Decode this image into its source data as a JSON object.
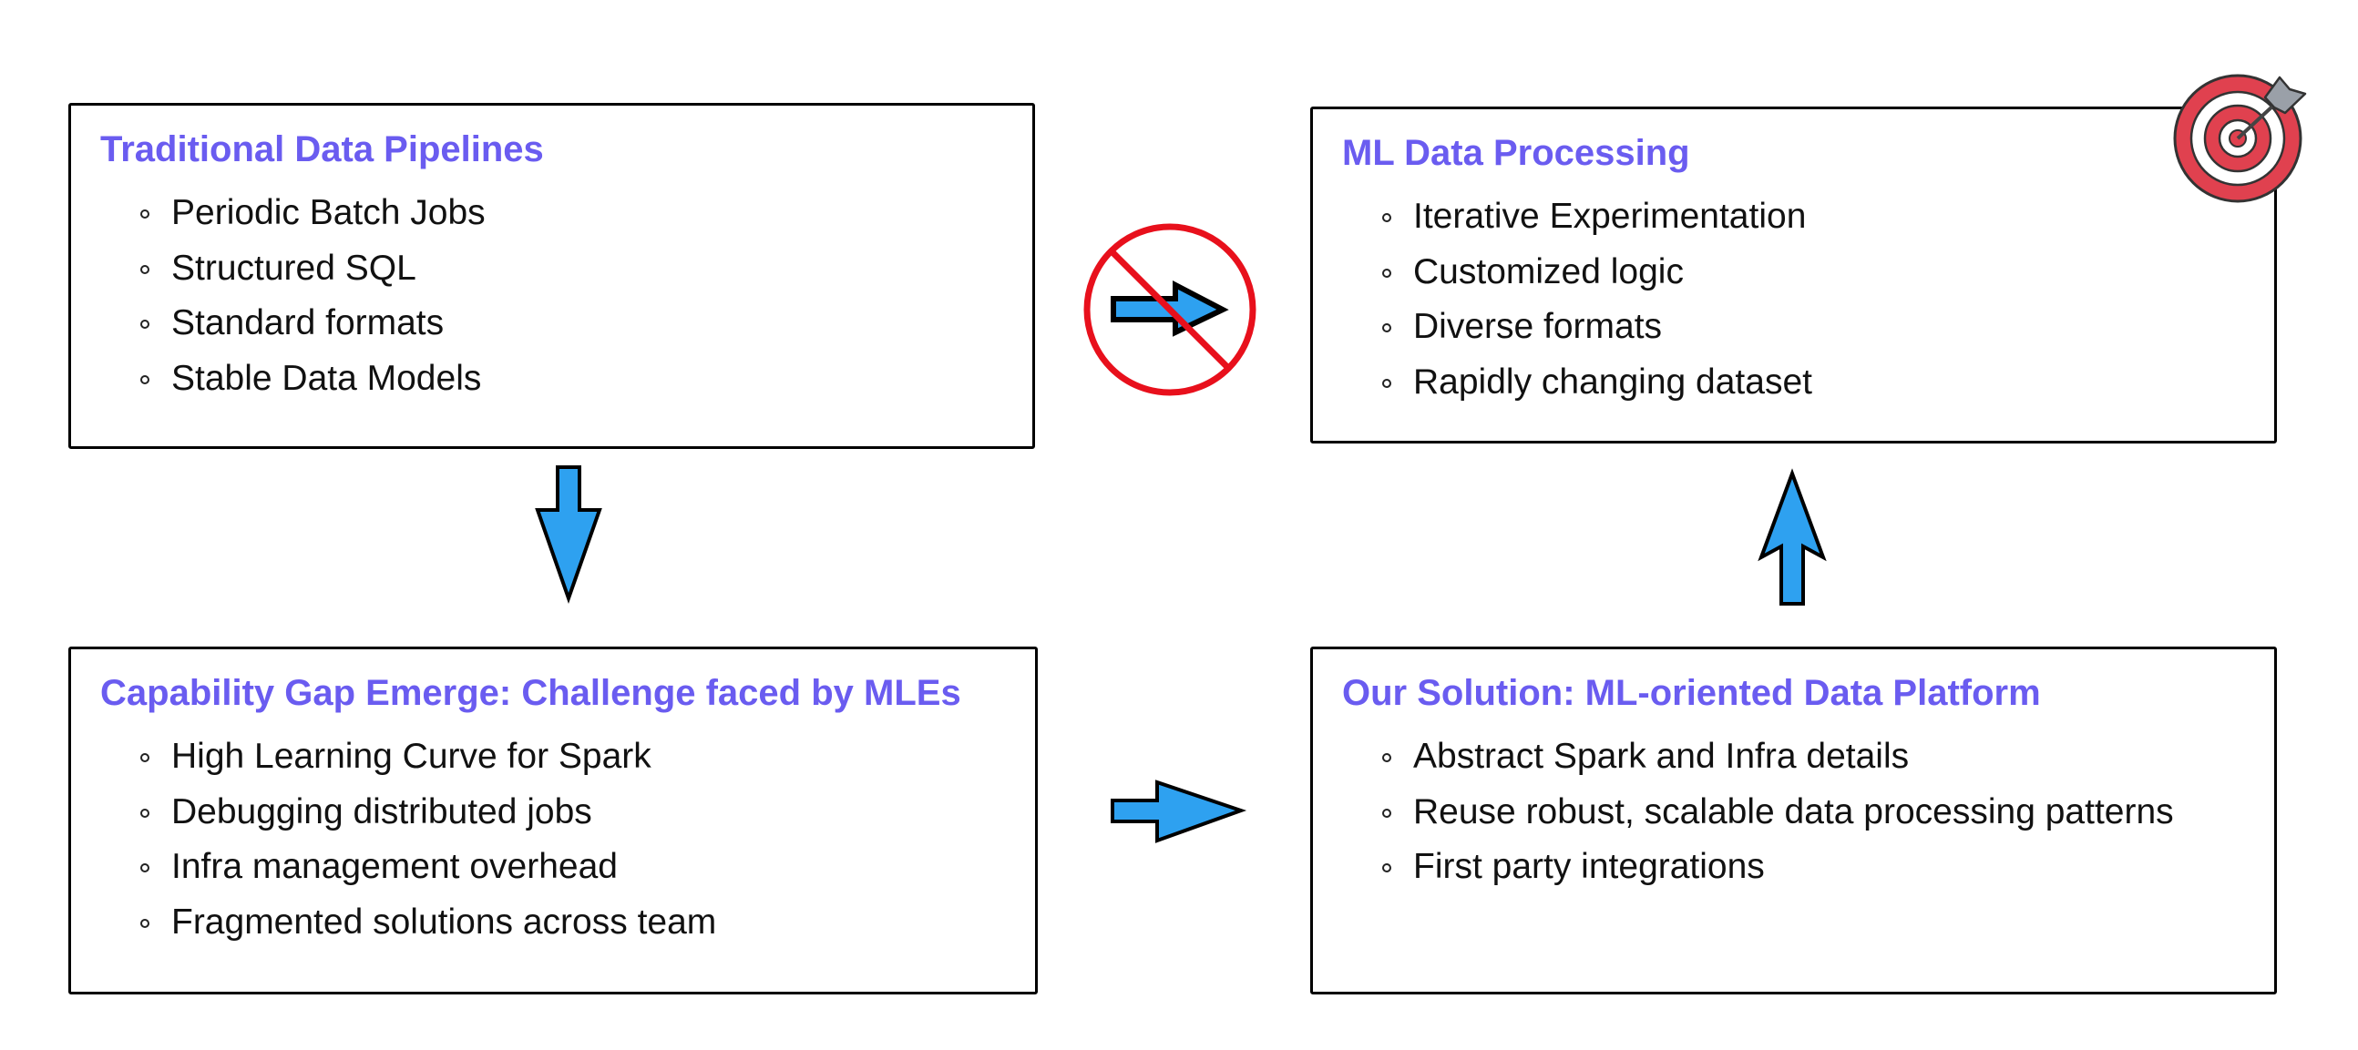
{
  "boxes": {
    "traditional": {
      "title": "Traditional Data Pipelines",
      "items": [
        "Periodic Batch Jobs",
        "Structured SQL",
        "Standard formats",
        "Stable Data Models"
      ]
    },
    "capability": {
      "title": "Capability Gap Emerge: Challenge faced by MLEs",
      "items": [
        "High Learning Curve for Spark",
        "Debugging distributed jobs",
        "Infra management overhead",
        "Fragmented solutions across team"
      ]
    },
    "ml": {
      "title": "ML Data Processing",
      "items": [
        "Iterative Experimentation",
        "Customized logic",
        "Diverse formats",
        "Rapidly changing dataset"
      ]
    },
    "solution": {
      "title": "Our Solution: ML-oriented Data Platform",
      "items": [
        "Abstract Spark and Infra details",
        "Reuse robust, scalable data processing patterns",
        "First party integrations"
      ]
    }
  },
  "icons": {
    "no-entry": "prohibition-icon",
    "target": "target-icon"
  },
  "colors": {
    "title": "#6a5cf0",
    "arrow_fill": "#2ea1f0",
    "prohibit_red": "#e8101c",
    "target_red": "#e0414f"
  }
}
